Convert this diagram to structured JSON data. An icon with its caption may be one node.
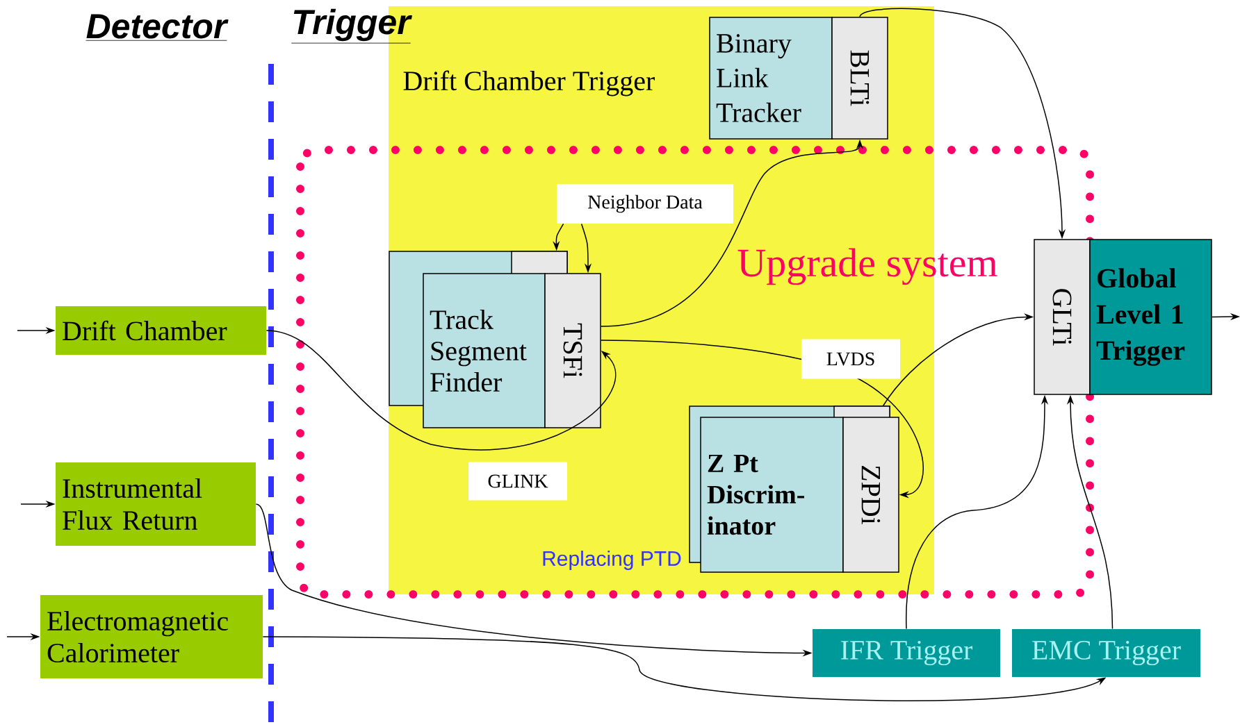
{
  "diagram": {
    "nodes": [
      {
        "text": [
          "Drift Chamber Trigger"
        ]
      },
      {
        "text": [
          "Binary Link Tracker"
        ],
        "in": 0
      },
      {
        "text": [
          "BLTi"
        ],
        "in": 0
      },
      {
        "text": [
          "Neighbor Data"
        ],
        "in": 0
      },
      {
        "text": [],
        "shape": "box",
        "in": 0
      },
      {
        "text": [
          "Track Segment Finder"
        ],
        "in": 0
      },
      {
        "text": [
          "TSFi"
        ],
        "in": 0
      },
      {
        "text": [],
        "shape": "box",
        "in": 0
      },
      {
        "text": [
          "Z Pt Discrim- inator"
        ],
        "in": 0
      },
      {
        "text": [
          "ZPDi"
        ],
        "in": 0
      },
      {
        "text": [
          "GLTi"
        ]
      },
      {
        "text": [
          "Global Level 1 Trigger"
        ]
      },
      {
        "text": [
          "Drift Chamber"
        ]
      },
      {
        "text": [
          "Instrumental Flux Return"
        ]
      },
      {
        "text": [
          "Electromagnetic Calorimeter"
        ]
      },
      {
        "text": [
          "IFR Trigger"
        ]
      },
      {
        "text": [
          "EMC Trigger"
        ]
      }
    ],
    "edges": [
      {
        "from": null,
        "to": 12,
        "arrow": "to"
      },
      {
        "from": null,
        "to": 13,
        "arrow": "to"
      },
      {
        "from": null,
        "to": 14,
        "arrow": "to"
      },
      {
        "from": 11,
        "to": null,
        "arrow": "to"
      },
      {
        "from": 12,
        "to": 6,
        "arrow": "to",
        "label": "GLINK"
      },
      {
        "from": 3,
        "to": 4,
        "arrow": "to"
      },
      {
        "from": 3,
        "to": 6,
        "arrow": "to"
      },
      {
        "from": 6,
        "to": 2,
        "arrow": "to"
      },
      {
        "from": 2,
        "to": 10,
        "arrow": "to"
      },
      {
        "from": 6,
        "to": 9,
        "arrow": "to",
        "label": "LVDS"
      },
      {
        "from": 7,
        "to": 10,
        "arrow": "to"
      },
      {
        "from": 13,
        "to": 15,
        "arrow": "to"
      },
      {
        "from": 14,
        "to": 16,
        "arrow": "to"
      },
      {
        "from": 15,
        "to": 10,
        "arrow": "to"
      },
      {
        "from": 16,
        "to": 10,
        "arrow": "to"
      }
    ],
    "labels": [
      "Detector",
      "Trigger",
      "Upgrade system",
      "Replacing PTD"
    ]
  }
}
